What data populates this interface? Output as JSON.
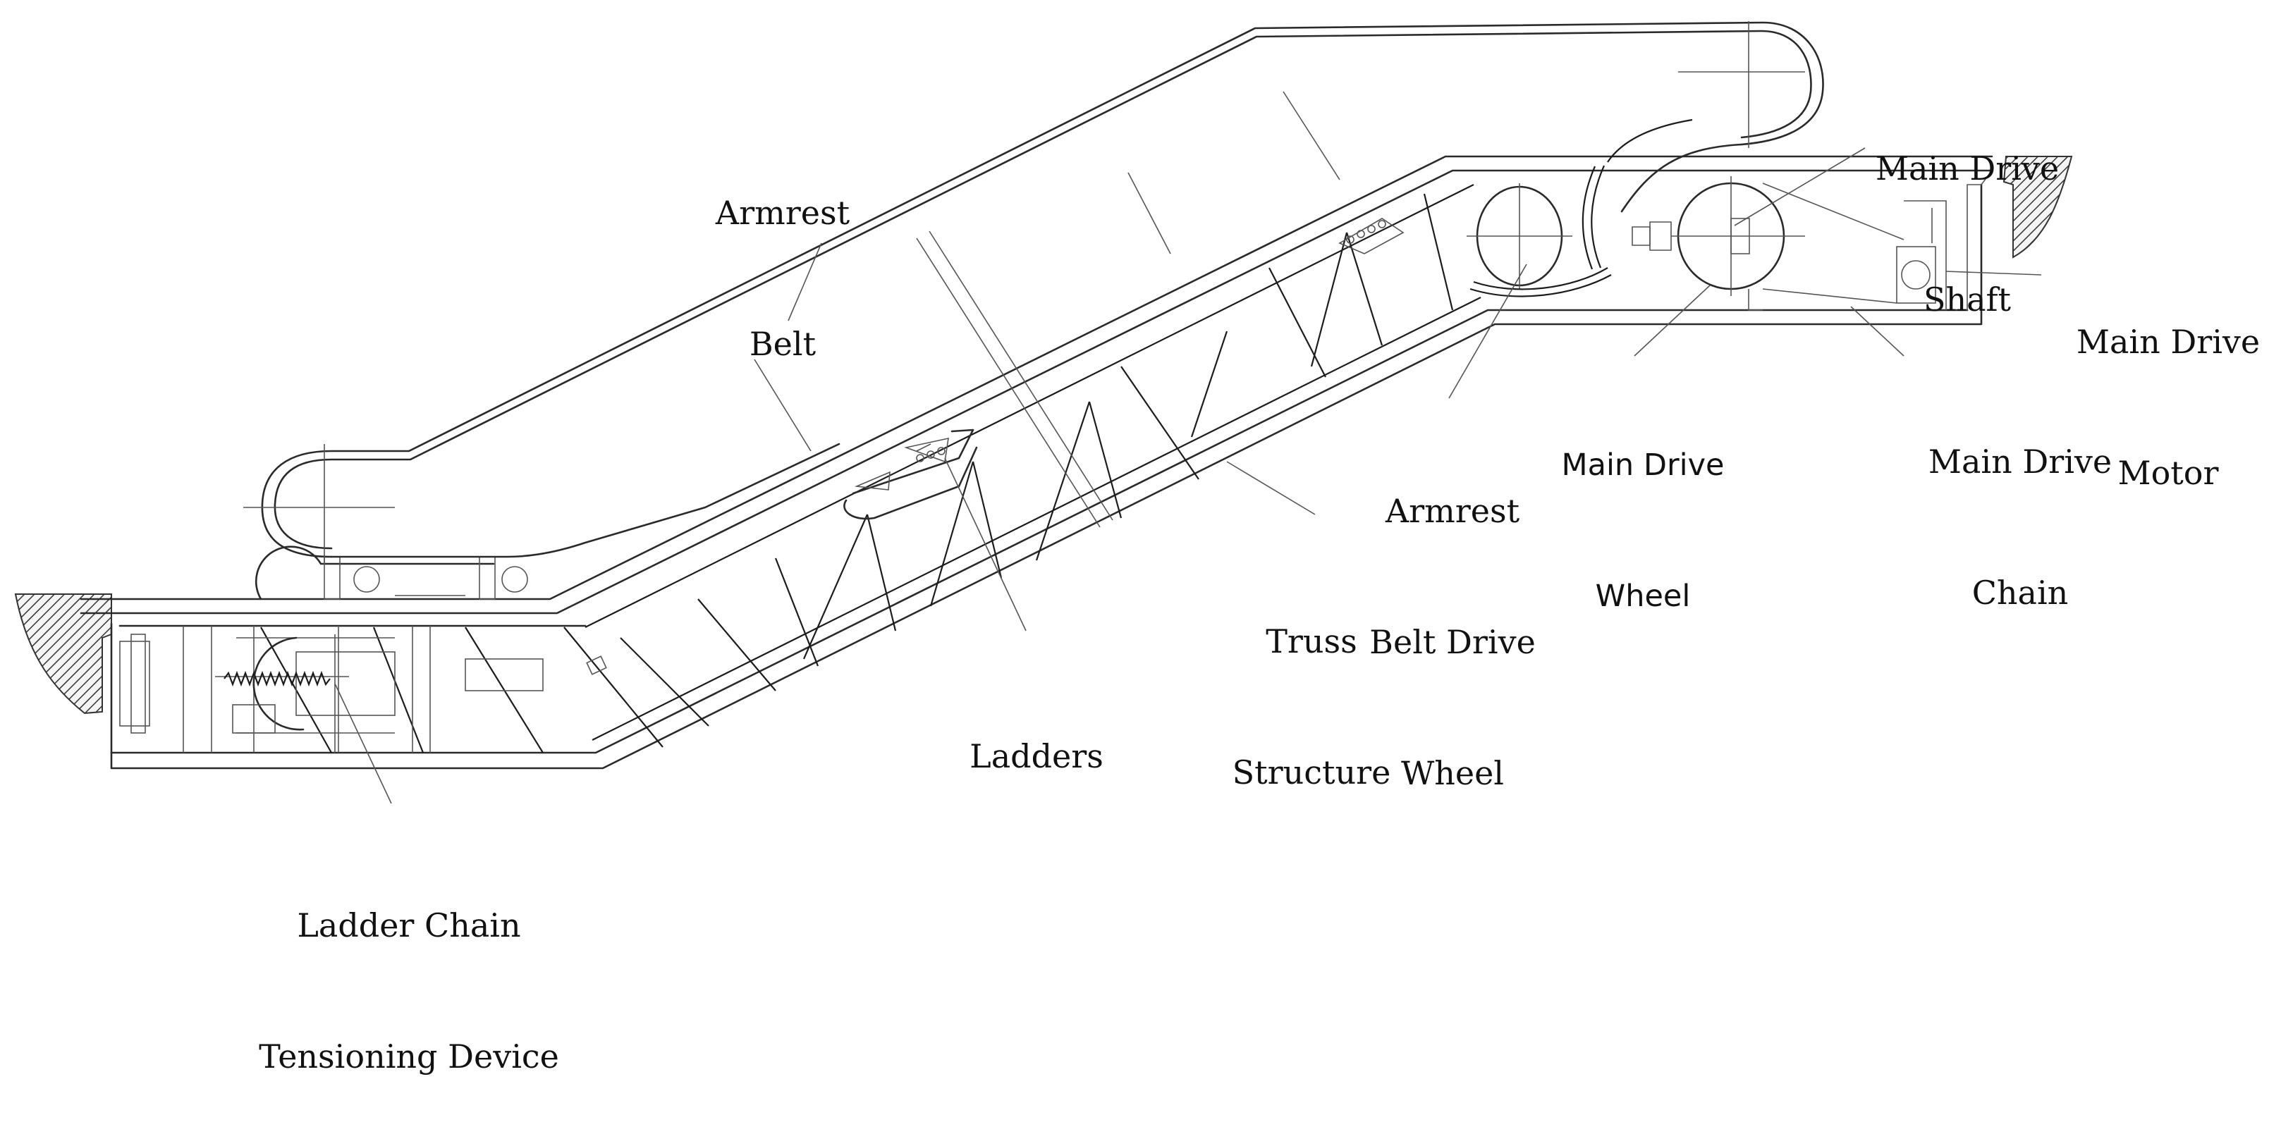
{
  "labels": {
    "armrest_belt": {
      "line1": "Armrest",
      "line2": "Belt"
    },
    "main_drive_shaft": {
      "line1": "Main Drive",
      "line2": "Shaft"
    },
    "main_drive_motor": {
      "line1": "Main Drive",
      "line2": "Motor"
    },
    "main_drive_wheel": {
      "line1": "Main Drive",
      "line2": "Wheel"
    },
    "main_drive_chain": {
      "line1": "Main Drive",
      "line2": "Chain"
    },
    "armrest_belt_drive_wheel": {
      "line1": "Armrest",
      "line2": "Belt Drive",
      "line3": "Wheel"
    },
    "truss_structure": {
      "line1": "Truss",
      "line2": "Structure"
    },
    "ladders": {
      "line1": "Ladders"
    },
    "ladder_chain_tensioning_device": {
      "line1": "Ladder Chain",
      "line2": "Tensioning Device"
    }
  }
}
